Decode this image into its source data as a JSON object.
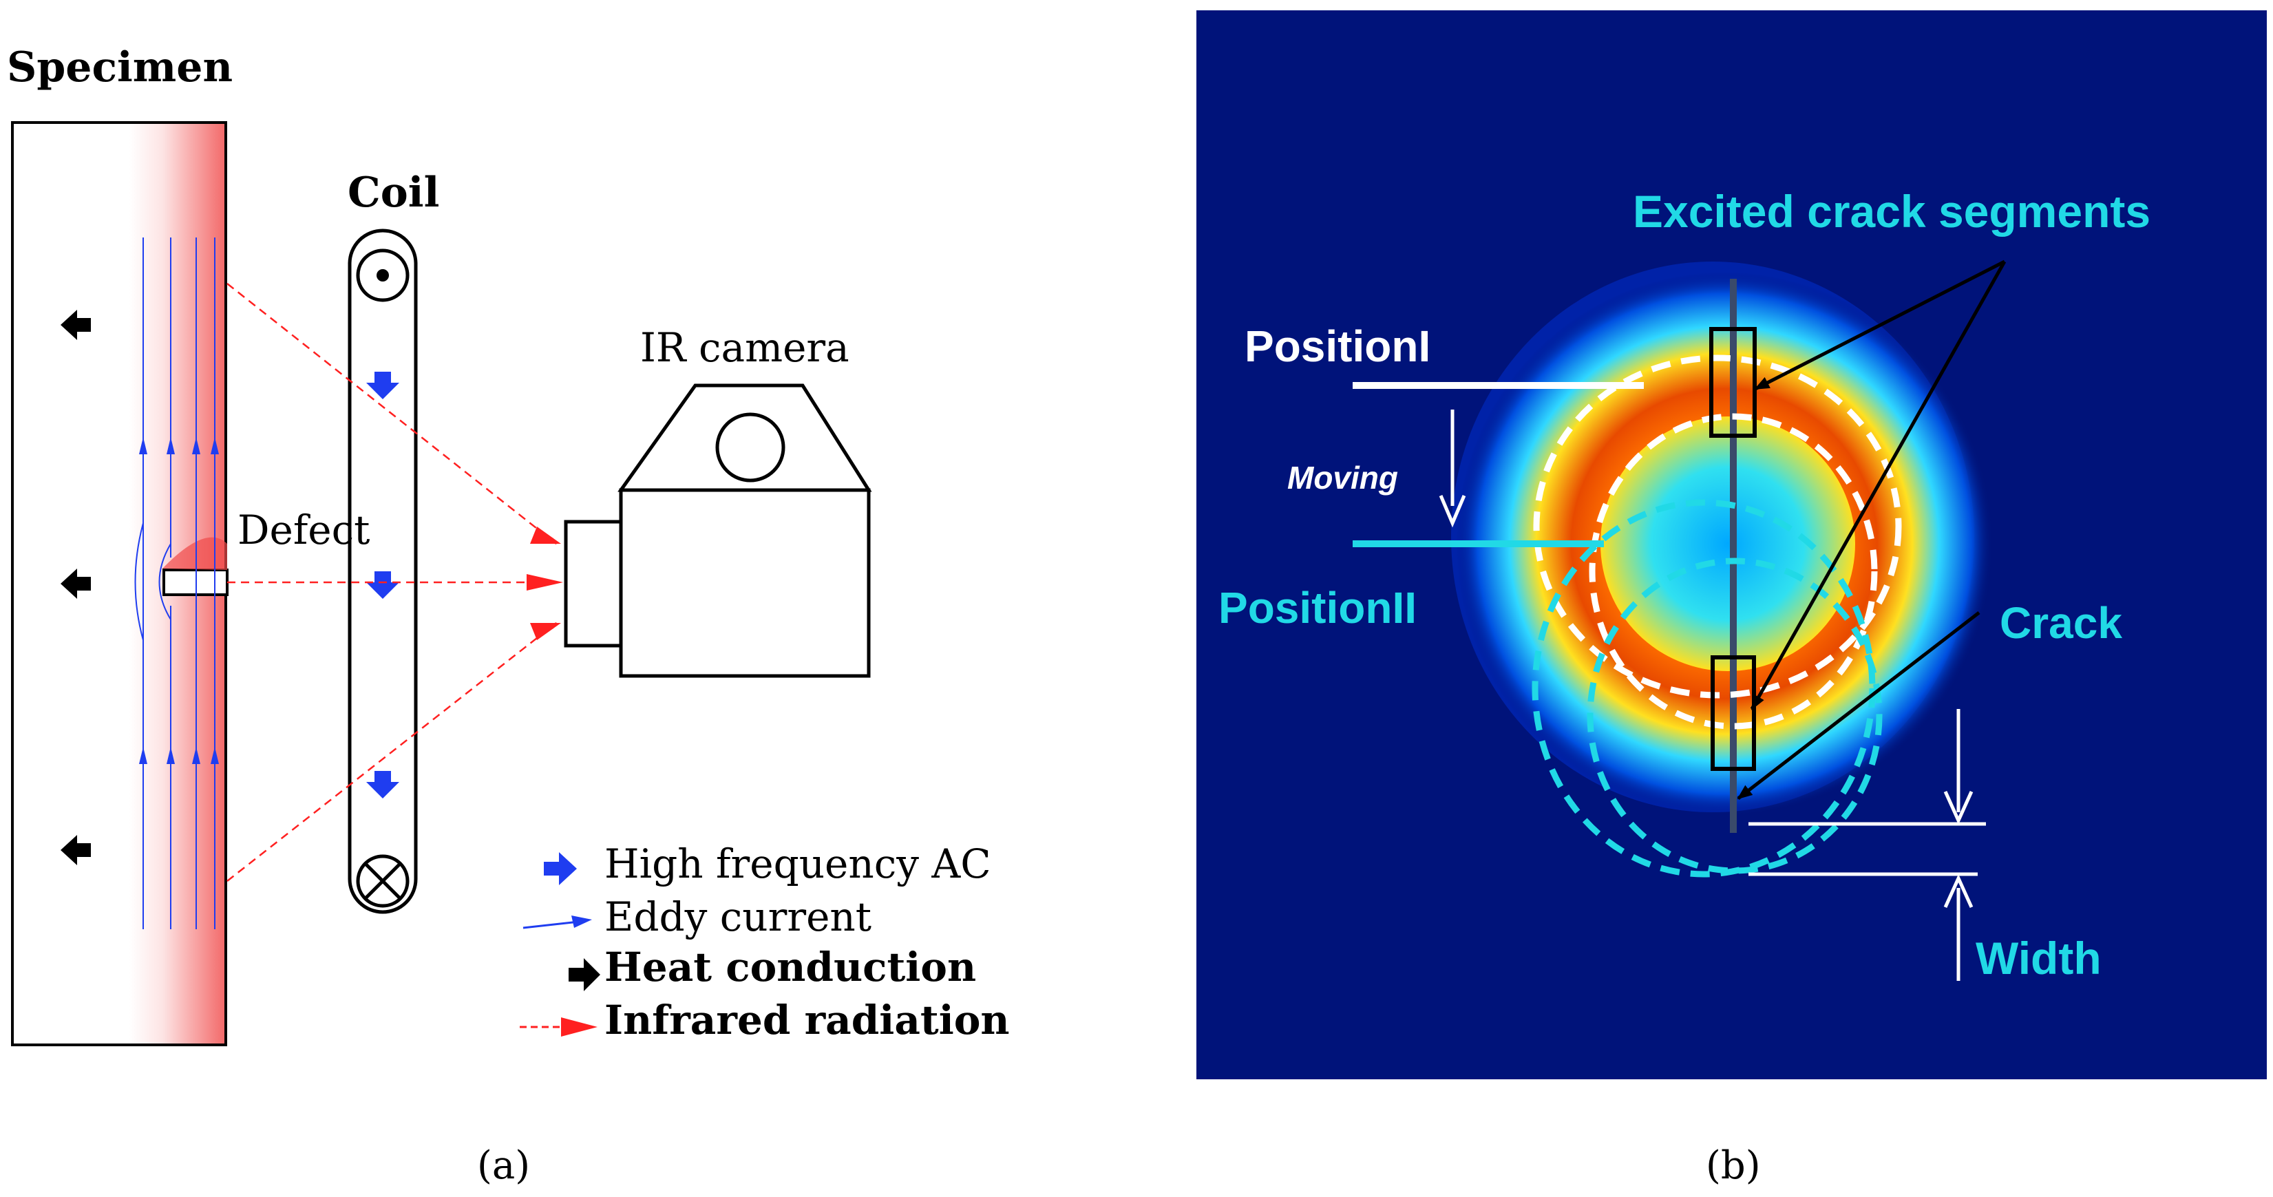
{
  "panel_a": {
    "specimen_label": "Specimen",
    "coil_label": "Coil",
    "defect_label": "Defect",
    "camera_label": "IR camera",
    "caption": "(a)",
    "legend": [
      {
        "icon": "blue-block-arrow-icon",
        "label": "High frequency AC",
        "color": "#1f3df0"
      },
      {
        "icon": "thin-blue-arrow-icon",
        "label": "Eddy current",
        "color": "#1f3df0"
      },
      {
        "icon": "black-block-arrow-icon",
        "label": "Heat conduction",
        "color": "#000000"
      },
      {
        "icon": "red-dashed-arrow-icon",
        "label": "Infrared radiation",
        "color": "#ff2020"
      }
    ]
  },
  "panel_b": {
    "title": "Excited crack segments",
    "position1": "PositionI",
    "position2": "PositionII",
    "moving": "Moving",
    "crack": "Crack",
    "width": "Width",
    "caption": "(b)",
    "colors": {
      "background": "#00137a",
      "cyan": "#21d9e6",
      "white": "#ffffff"
    }
  }
}
